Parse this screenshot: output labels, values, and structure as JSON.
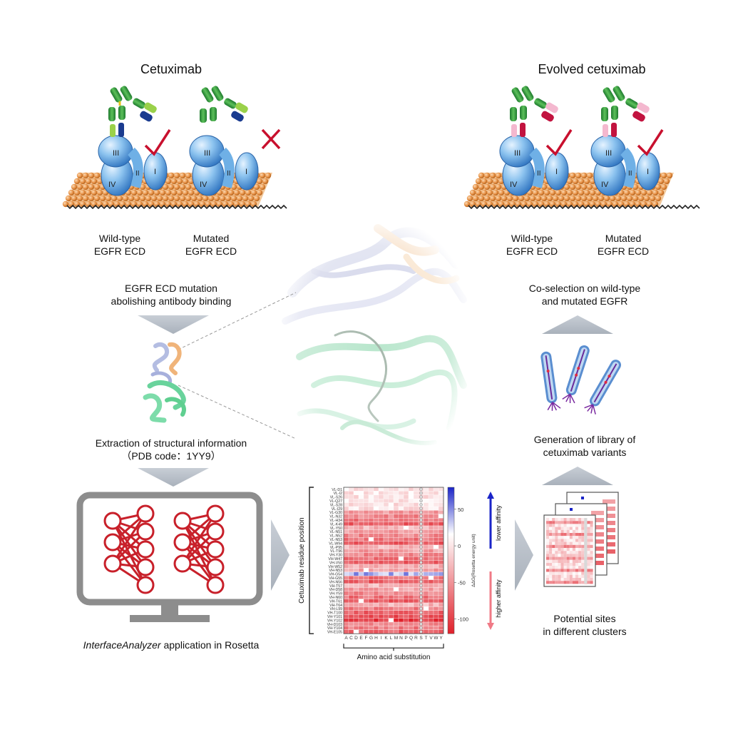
{
  "left_panel": {
    "title": "Cetuximab",
    "membrane_labels": [
      "Wild-type",
      "EGFR ECD",
      "Mutated",
      "EGFR ECD"
    ],
    "domain_labels": [
      "III",
      "II",
      "I",
      "IV"
    ],
    "step_mutation": [
      "EGFR ECD mutation",
      "abolishing antibody binding"
    ],
    "step_extraction": [
      "Extraction of structural information",
      "（PDB code：1YY9）"
    ],
    "step_rosetta_italic": "InterfaceAnalyzer",
    "step_rosetta_rest": " application in Rosetta"
  },
  "right_panel": {
    "title": "Evolved cetuximab",
    "membrane_labels": [
      "Wild-type",
      "EGFR ECD",
      "Mutated",
      "EGFR ECD"
    ],
    "step_coselection": [
      "Co-selection on wild-type",
      "and mutated EGFR"
    ],
    "step_library": [
      "Generation of library of",
      "cetuximab variants"
    ],
    "step_sites": [
      "Potential sites",
      "in different clusters"
    ]
  },
  "heatmap": {
    "ylabel": "Cetuximab residue position",
    "xlabel": "Amino acid substitution",
    "colorbar_label": "ΔΔG(Rosetta energy unit)",
    "colorbar_ticks": [
      "50",
      "0",
      "-50",
      "-100"
    ],
    "arrow_up_label": "lower affinity",
    "arrow_down_label": "higher affinity",
    "x_letters": [
      "A",
      "C",
      "D",
      "E",
      "F",
      "G",
      "H",
      "I",
      "K",
      "L",
      "M",
      "N",
      "P",
      "Q",
      "R",
      "S",
      "T",
      "V",
      "W",
      "Y"
    ],
    "y_labels": [
      "VL-D1",
      "VL-I2",
      "VL-S26",
      "VL-Q27",
      "VL-S28",
      "VL-I29",
      "VL-G30",
      "VL-N32",
      "VL-H34",
      "VL-K49",
      "VL-Y50",
      "VL-N51",
      "VL-N52",
      "VL-N53",
      "VL-W94",
      "VL-P95",
      "VL-T96",
      "VH-Y30",
      "VH-W47",
      "VH-V50",
      "VH-W52",
      "VH-N53",
      "VH-G54",
      "VH-G55",
      "VH-N56",
      "VH-T57",
      "VH-D58",
      "VH-Y59",
      "VH-N60",
      "VH-T61",
      "VH-T64",
      "VH-L99",
      "VH-T100",
      "VH-Y101",
      "VH-Y102",
      "VH-D103",
      "VH-Y104",
      "VH-E105"
    ],
    "colors": {
      "high": "#1a24c8",
      "zero": "#ffffff",
      "low": "#e0202a"
    }
  },
  "icons": {
    "check": "checkmark-icon",
    "cross": "cross-icon",
    "monitor": "monitor-icon",
    "neural_net": "neural-network-icon"
  }
}
